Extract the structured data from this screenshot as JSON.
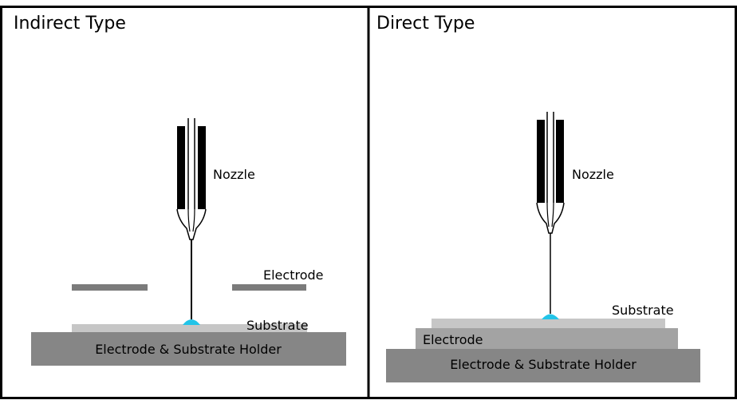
{
  "colors": {
    "frame": "#000000",
    "nozzle": "#000000",
    "droplet": "#22c4e8",
    "electrode_bar": "#7b7b7b",
    "substrate": "#c6c6c6",
    "electrode_plate": "#a3a3a3",
    "holder": "#868686"
  },
  "panels": {
    "indirect": {
      "title": "Indirect Type",
      "nozzle_label": "Nozzle",
      "electrode_label": "Electrode",
      "substrate_label": "Substrate",
      "holder_label": "Electrode & Substrate Holder"
    },
    "direct": {
      "title": "Direct Type",
      "nozzle_label": "Nozzle",
      "substrate_label": "Substrate",
      "electrode_label": "Electrode",
      "holder_label": "Electrode & Substrate Holder"
    }
  }
}
